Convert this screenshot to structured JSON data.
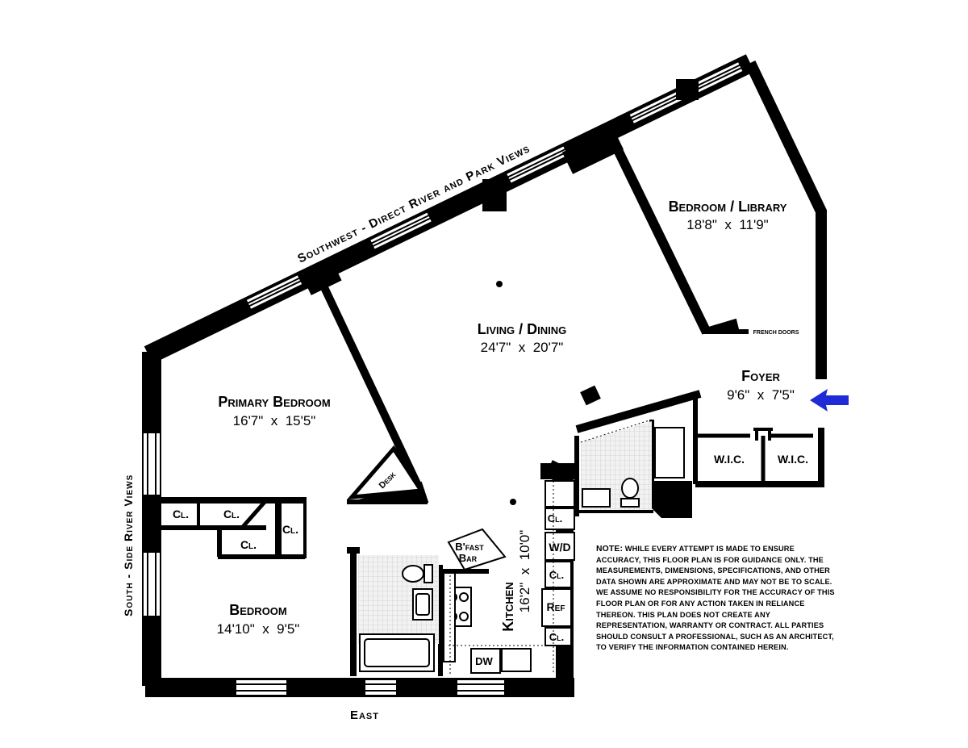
{
  "exposures": {
    "southwest": "Southwest - Direct River and Park Views",
    "south": "South - Side River Views",
    "east": "East"
  },
  "rooms": {
    "bedroom_library": {
      "name": "Bedroom / Library",
      "dims": "18'8\"  x  11'9\""
    },
    "living_dining": {
      "name": "Living / Dining",
      "dims": "24'7\"  x  20'7\""
    },
    "foyer": {
      "name": "Foyer",
      "dims": "9'6\"  x  7'5\""
    },
    "primary_bedroom": {
      "name": "Primary Bedroom",
      "dims": "16'7\"  x  15'5\""
    },
    "bedroom": {
      "name": "Bedroom",
      "dims": "14'10\"  x  9'5\""
    },
    "kitchen": {
      "name": "Kitchen",
      "dims": "16'2\"  x  10'0\""
    }
  },
  "labels": {
    "french_doors": "FRENCH DOORS",
    "wic": "W.I.C.",
    "desk": "Desk",
    "closet": "Cl.",
    "bfast_bar_1": "B'fast",
    "bfast_bar_2": "Bar",
    "wd": "W/D",
    "ref": "Ref",
    "dw": "DW"
  },
  "note": {
    "lead": "Note:",
    "text": "While every attempt is made to ensure accuracy, this floor plan is for guidance only. The measurements, dimensions, specifications, and other data shown are approximate and may not be to scale. We assume no responsibility for the accuracy of this floor plan or for any action taken in reliance thereon. This plan does not create any representation, warranty or contract. All parties should consult a professional, such as an architect, to verify the information contained herein."
  },
  "colors": {
    "wall": "#000000",
    "entry_arrow": "#1f2bd6",
    "bath_floor": "#e6e6e6"
  }
}
